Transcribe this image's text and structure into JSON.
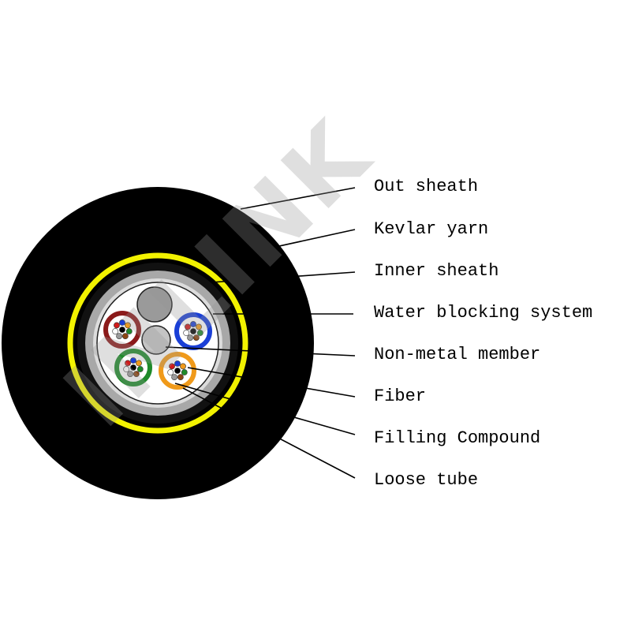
{
  "labels": [
    "Out sheath",
    "Kevlar yarn",
    "Inner sheath",
    "Water blocking system",
    "Non-metal member",
    "Fiber",
    "Filling Compound",
    "Loose tube"
  ],
  "watermark": "INLINK",
  "colors": {
    "out_sheath": "#000000",
    "kevlar_yarn": "#f2f200",
    "inner_sheath": "#111111",
    "water_blocking": "#a8a8a8",
    "core_background": "#ffffff",
    "non_metal_member": "#bdbdbd",
    "filler_rod": "#9a9a9a",
    "tube_colors": [
      "#8b1a1a",
      "#1a3fd6",
      "#1e8a2a",
      "#f09a1a"
    ],
    "fiber_colors": [
      "#1a3fd6",
      "#f09a1a",
      "#1e8a2a",
      "#8b4513",
      "#9a9a9a",
      "#ffffff",
      "#d11a1a",
      "#000000"
    ]
  }
}
